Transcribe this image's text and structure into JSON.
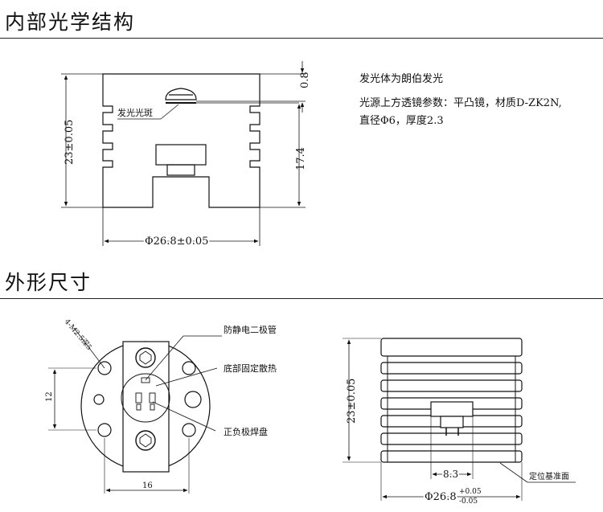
{
  "sections": {
    "internal_title": "内部光学结构",
    "external_title": "外形尺寸"
  },
  "internal": {
    "callout_light_spot": "发光光斑",
    "dim_height": "23±0.05",
    "dim_lens_gap": "0.8",
    "dim_lens_height": "17.4",
    "dim_diameter": "Φ26.8±0.05"
  },
  "notes": {
    "line1": "发光体为朗伯发光",
    "line2": "光源上方透镜参数：平凸镜，材质D-ZK2N,",
    "line3": "直径Φ6，厚度2.3"
  },
  "external_top": {
    "hole_label": "4-M2.5深5",
    "callout_diode": "防静电二极管",
    "callout_base": "底部固定散热",
    "callout_pads": "正负极焊盘",
    "dim_12": "12",
    "dim_16": "16"
  },
  "external_side": {
    "dim_height": "23±0.05",
    "dim_8_3": "8.3",
    "dim_dia_base": "Φ26.8",
    "tol_plus": "+0.05",
    "tol_minus": "-0.05",
    "callout_datum": "定位基准面"
  }
}
